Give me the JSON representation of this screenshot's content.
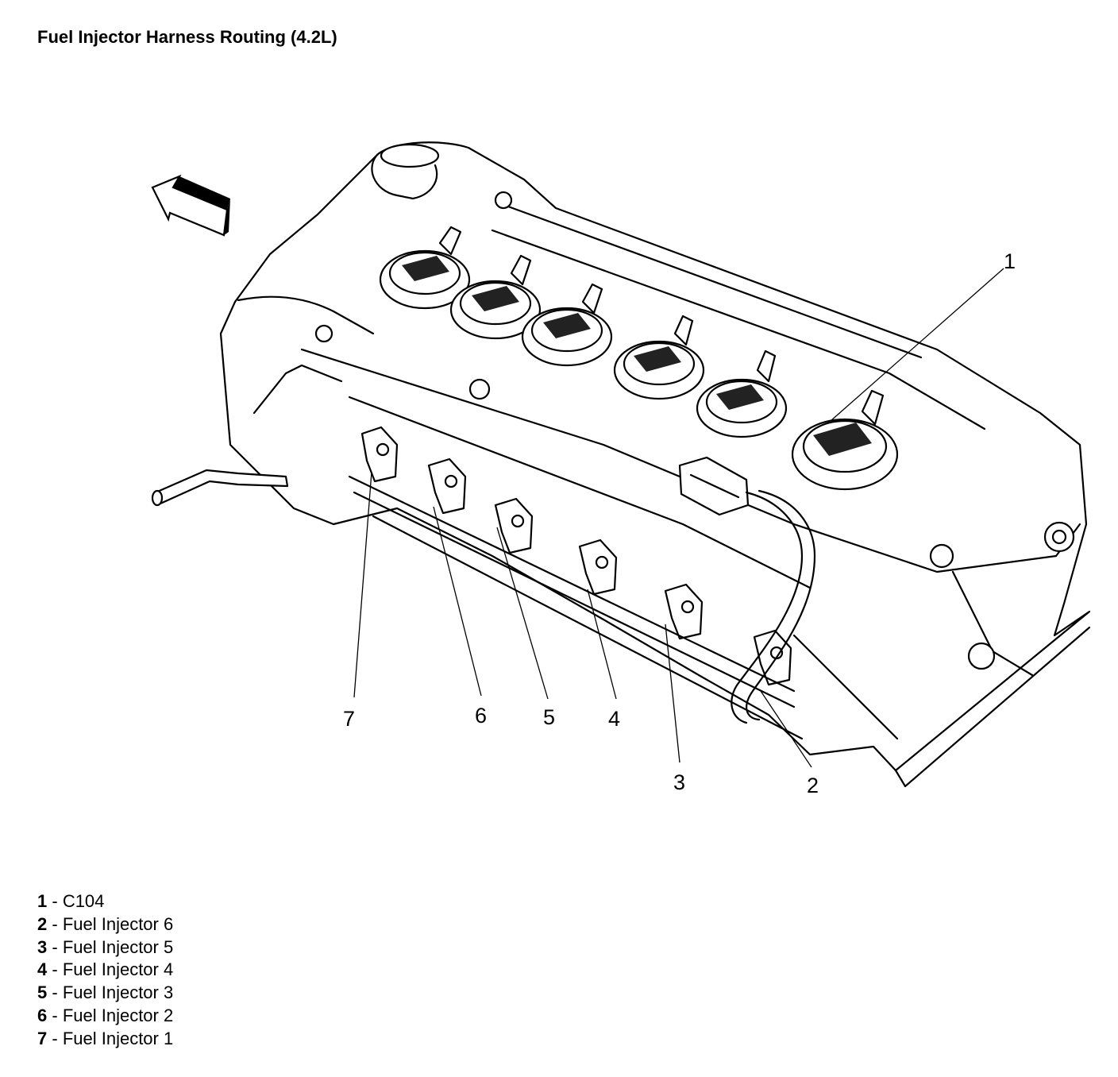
{
  "title": "Fuel Injector Harness Routing (4.2L)",
  "callouts": [
    "1",
    "2",
    "3",
    "4",
    "5",
    "6",
    "7"
  ],
  "legend": [
    {
      "num": "1",
      "label": "C104"
    },
    {
      "num": "2",
      "label": "Fuel Injector 6"
    },
    {
      "num": "3",
      "label": "Fuel Injector 5"
    },
    {
      "num": "4",
      "label": "Fuel Injector 4"
    },
    {
      "num": "5",
      "label": "Fuel Injector 3"
    },
    {
      "num": "6",
      "label": "Fuel Injector 2"
    },
    {
      "num": "7",
      "label": "Fuel Injector 1"
    }
  ]
}
